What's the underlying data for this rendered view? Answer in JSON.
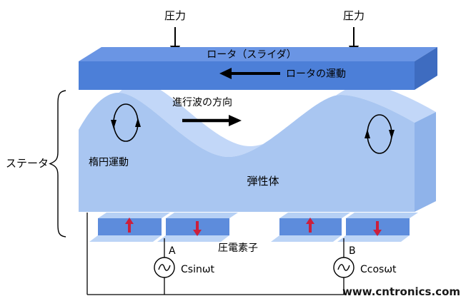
{
  "diagram": {
    "labels": {
      "pressure_left": "圧力",
      "pressure_right": "圧力",
      "rotor": "ロータ（スライダ）",
      "rotor_motion": "ロータの運動",
      "traveling_wave_direction": "進行波の方向",
      "elliptical_motion": "楕円運動",
      "stator": "ステータ",
      "elastic_body": "弾性体",
      "piezo_element": "圧電素子",
      "source_a_name": "A",
      "source_a_signal": "Csinωt",
      "source_b_name": "B",
      "source_b_signal": "Ccosωt",
      "watermark": "www.cntronics.com"
    },
    "colors": {
      "rotor_front": "#4c7fd8",
      "rotor_top": "#6a95e4",
      "rotor_side": "#3e6cc0",
      "stator_body": "#a9c6f1",
      "stator_top": "#c2d7f8",
      "stator_side": "#8fb3ea",
      "piezo_front": "#5d8cdc",
      "piezo_top": "#b6d0f5",
      "piezo_base": "#bcd4f6",
      "arrow_red": "#cc1f3c",
      "watermark": "#c3d248"
    }
  }
}
